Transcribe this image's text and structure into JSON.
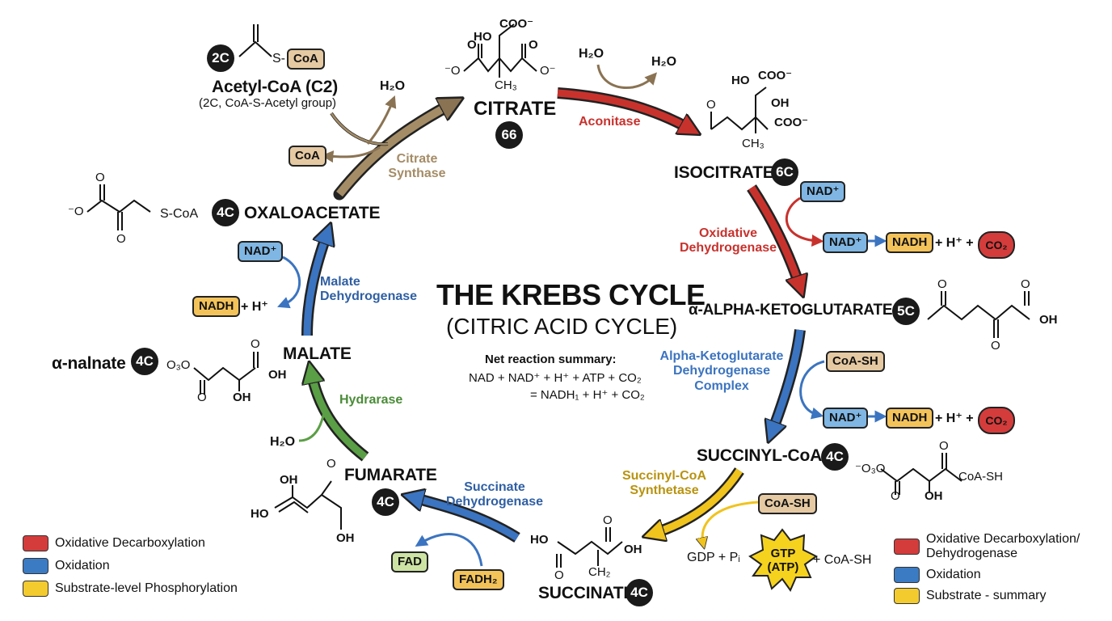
{
  "title": "THE KREBS CYCLE",
  "subtitle": "(CITRIC ACID CYCLE)",
  "summary": {
    "heading": "Net reaction summary:",
    "line1": "NAD + NAD⁺ + H⁺ + ATP + CO₂",
    "line2": "= NADH₁ + H⁺ + CO₂"
  },
  "molecules": {
    "acetyl_coa": {
      "name": "Acetyl-CoA (C2)",
      "note": "(2C, CoA-S-Acetyl group)",
      "badge": "2C"
    },
    "citrate": {
      "name": "CITRATE",
      "badge": "66"
    },
    "isocitrate": {
      "name": "ISOCITRATE",
      "badge": "6C"
    },
    "akg": {
      "name": "α-ALPHA-KETOGLUTARATE",
      "badge": "5C"
    },
    "succinyl_coa": {
      "name": "SUCCINYL-CoA",
      "badge": "4C"
    },
    "succinate": {
      "name": "SUCCINATE",
      "badge": "4C"
    },
    "fumarate": {
      "name": "FUMARATE",
      "badge": "4C"
    },
    "malate": {
      "name": "MALATE"
    },
    "oxaloacetate": {
      "name": "OXALOACETATE",
      "badge": "4C"
    },
    "a_nalnate": {
      "name": "α-nalnate",
      "badge": "4C"
    }
  },
  "enzymes": {
    "citrate_synthase": "Citrate Synthase",
    "aconitase": "Aconitase",
    "oxidative_dh": "Oxidative Dehydrogenase",
    "akg_dh": "Alpha-Ketoglutarate Dehydrogenase Complex",
    "succinyl_coa_synthetase": "Succinyl-CoA Synthetase",
    "succinate_dh": "Succinate Dehydrogenase",
    "hydrarase": "Hydrarase",
    "malate_dh": "Malate Dehydrogenase"
  },
  "cofactors": {
    "coa": "CoA",
    "coa_sh": "CoA-SH",
    "nad_plus": "NAD⁺",
    "nadh": "NADH",
    "h_plus": "+ H⁺ +",
    "h_plus_end": "+ H⁺",
    "co2": "CO₂",
    "h2o": "H₂O",
    "fad": "FAD",
    "fadh2": "FADH₂",
    "gdp_pi": "GDP + Pᵢ",
    "gtp_atp": "GTP (ATP)",
    "plus_coa_sh": "+ CoA-SH"
  },
  "structure_text": {
    "coo_minus": "COO⁻",
    "o_minus": "⁻O",
    "o_minus_r": "O⁻",
    "ho": "HO",
    "oh": "OH",
    "o": "O",
    "ch3": "CH₃",
    "ch2": "CH₂",
    "s_coa": "S-CoA",
    "s_coa_dash": "S-",
    "o3o": "O₃O",
    "o3o_neg": "⁻O₃O",
    "coa_sh": "CoA-SH"
  },
  "legend_left": [
    {
      "label": "Oxidative Decarboxylation",
      "color": "#d43c3c"
    },
    {
      "label": "Oxidation",
      "color": "#3b7bc4"
    },
    {
      "label": "Substrate-level Phosphorylation",
      "color": "#f3cb2f"
    }
  ],
  "legend_right": [
    {
      "label": "Oxidative Decarboxylation/ Dehydrogenase",
      "color": "#d43c3c"
    },
    {
      "label": "Oxidation",
      "color": "#3b7bc4"
    },
    {
      "label": "Substrate - summary",
      "color": "#f3cb2f"
    }
  ],
  "colors": {
    "red": "#c8322d",
    "blue": "#3b74c0",
    "tan": "#a48c66",
    "yellow": "#f0c31d",
    "green": "#5a9e45"
  }
}
